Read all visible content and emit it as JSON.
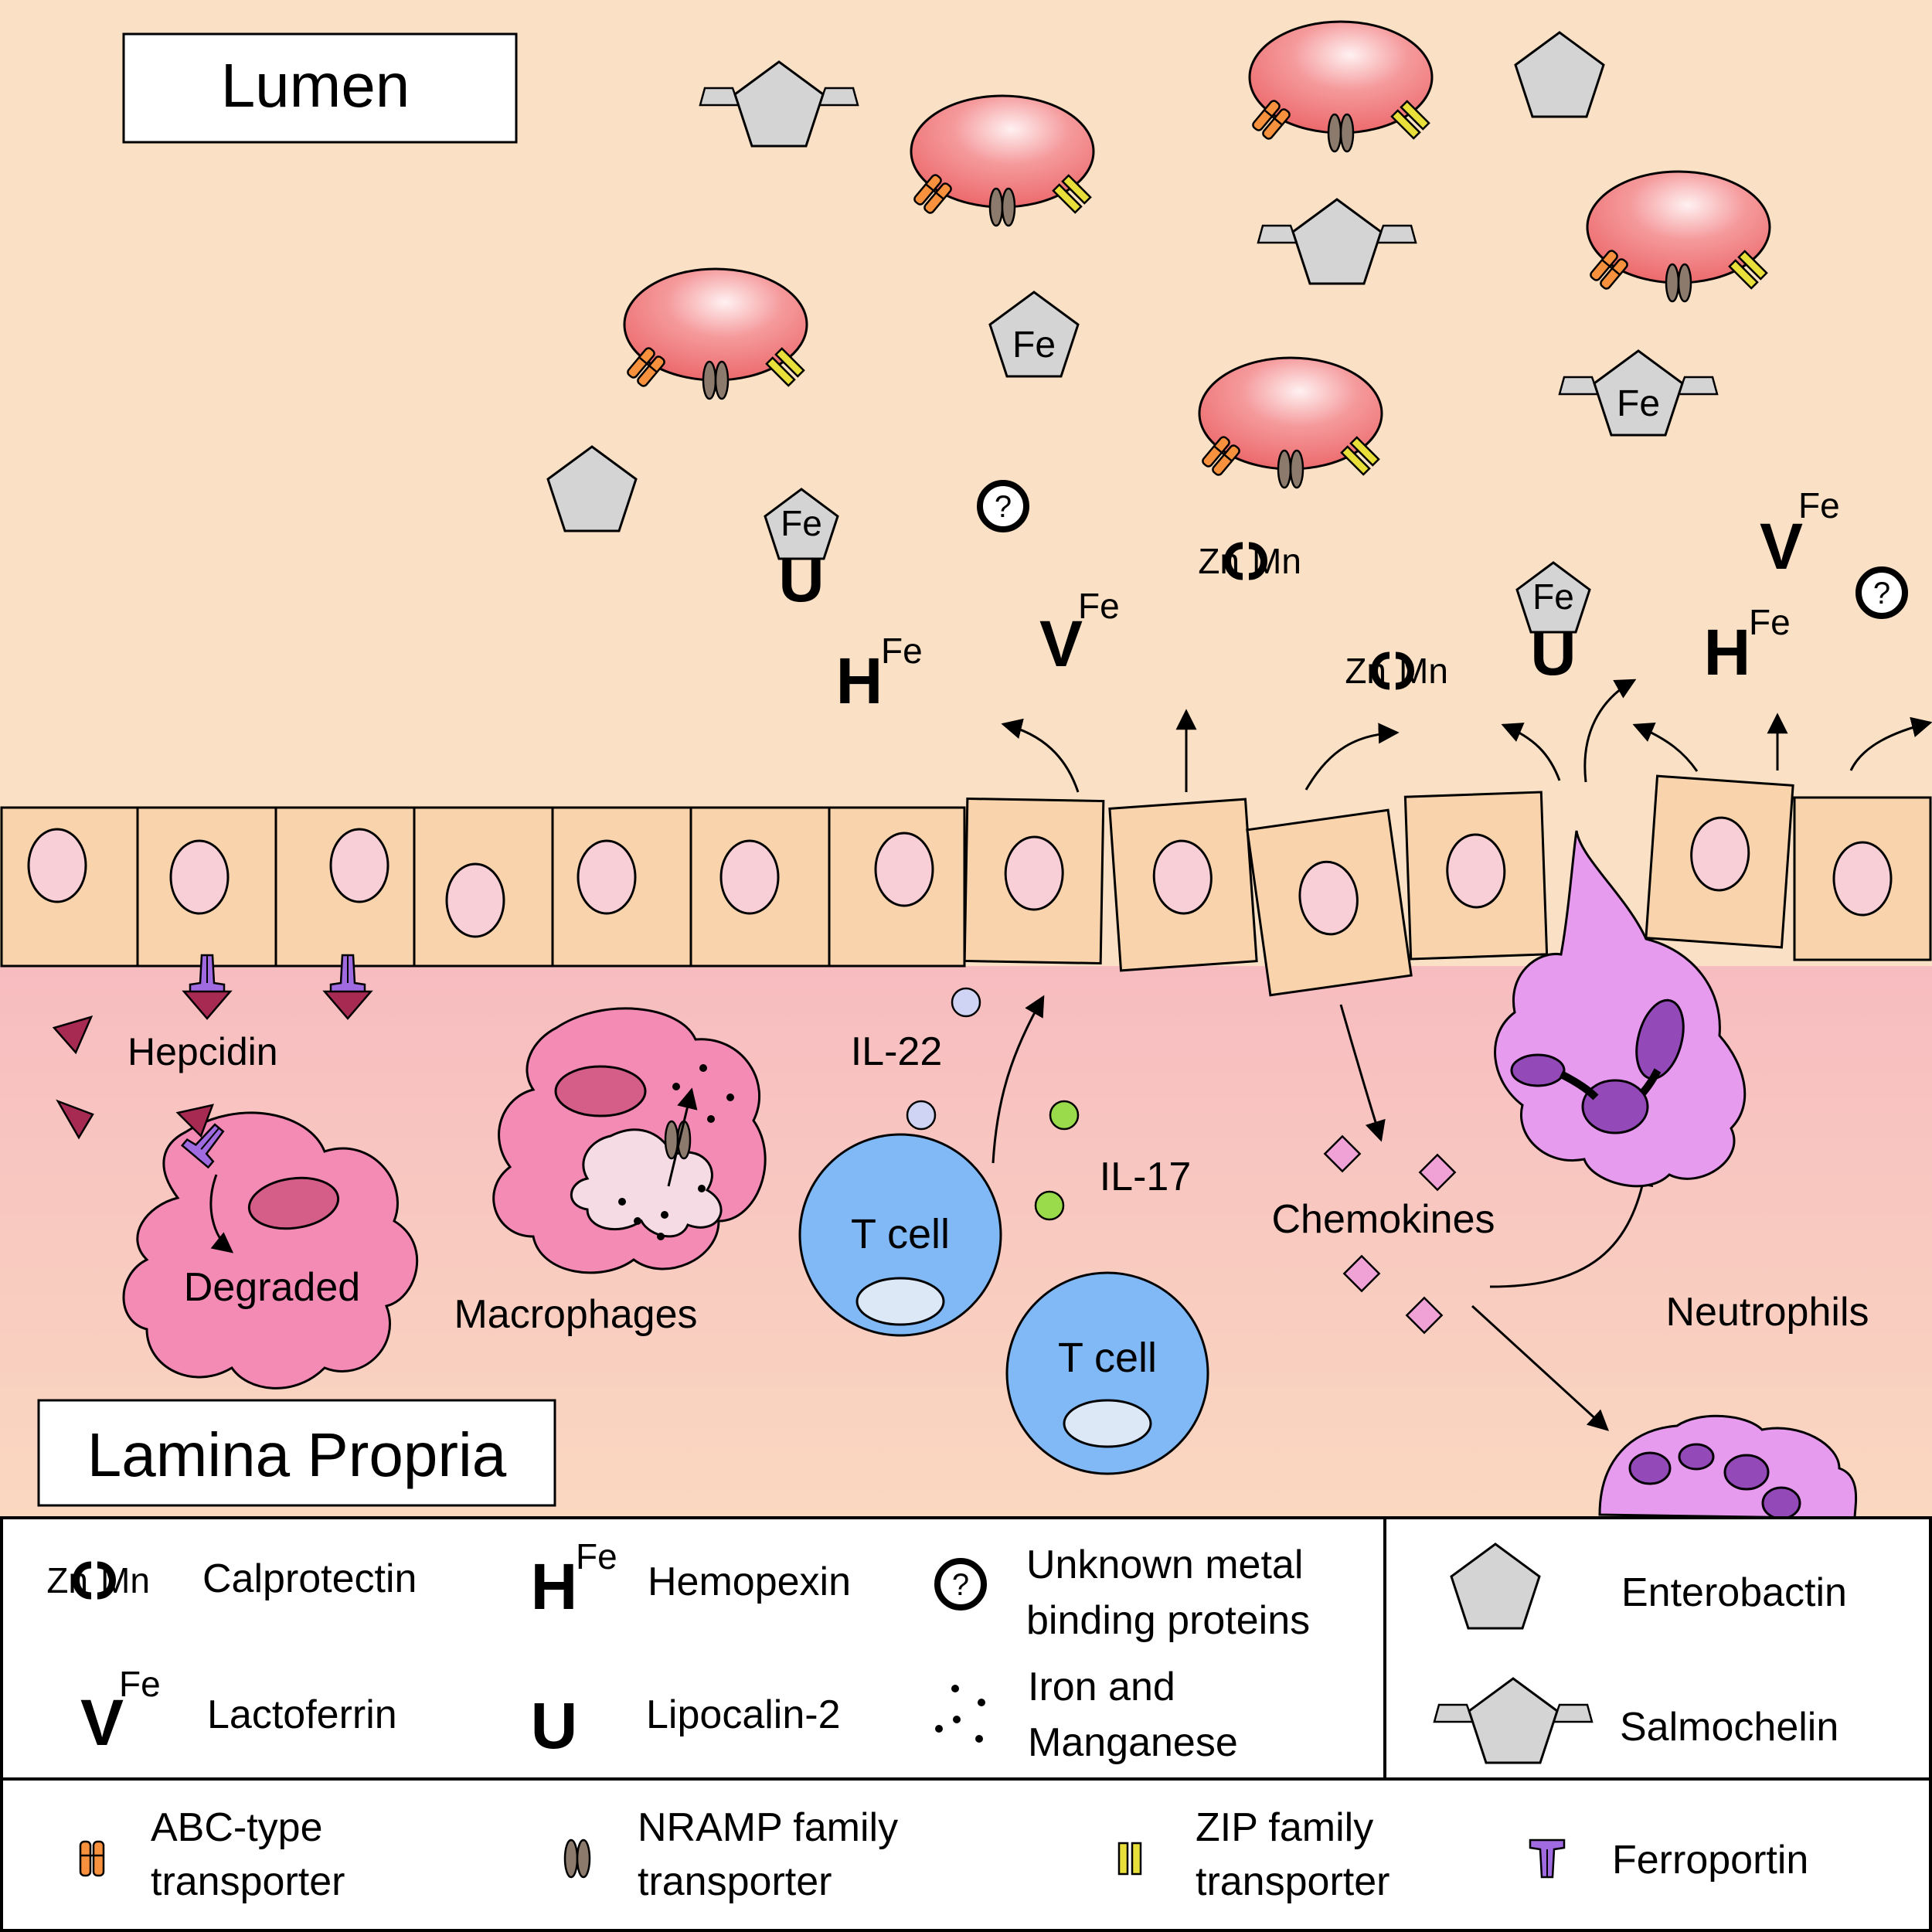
{
  "colors": {
    "lumen_bg": "#fae0c4",
    "lamina_pink": "#f7bcc0",
    "lamina_peach": "#f9d5bd",
    "epithelial_cell": "#f9d3ac",
    "nucleus": "#f8cfd6",
    "bacterium": "#ee6f72",
    "macrophage": "#f48bb5",
    "macrophage_nucleus": "#d45e88",
    "tcell": "#80b9f6",
    "neutrophil": "#e69bee",
    "neutrophil_nucleus": "#9349b8",
    "il22": "#cfd4f5",
    "il17": "#9adb4c",
    "chemokine": "#f0a2d6",
    "hepcidin": "#a72a52",
    "ferroportin": "#a06ae0",
    "abc": "#f7913d",
    "nramp": "#8c7b6c",
    "zip": "#e9df3b",
    "siderophore": "#d4d4d4"
  },
  "labels": {
    "lumen": "Lumen",
    "lamina_propria": "Lamina Propria",
    "hepcidin": "Hepcidin",
    "degraded": "Degraded",
    "macrophages": "Macrophages",
    "il22": "IL-22",
    "il17": "IL-17",
    "tcell": "T cell",
    "chemokines": "Chemokines",
    "neutrophils": "Neutrophils"
  },
  "symbols": {
    "fe": "Fe",
    "zn": "Zn",
    "mn": "Mn",
    "hemopexin_glyph": "H",
    "lactoferrin_glyph": "V",
    "lipocalin_glyph": "U",
    "unknown_glyph": "?"
  },
  "legend": {
    "calprotectin": "Calprotectin",
    "hemopexin": "Hemopexin",
    "unknown_line1": "Unknown metal",
    "unknown_line2": "binding proteins",
    "enterobactin": "Enterobactin",
    "lactoferrin": "Lactoferrin",
    "lipocalin": "Lipocalin-2",
    "iron_line1": "Iron and",
    "iron_line2": "Manganese",
    "salmochelin": "Salmochelin",
    "abc_line1": "ABC-type",
    "abc_line2": "transporter",
    "nramp_line1": "NRAMP family",
    "nramp_line2": "transporter",
    "zip_line1": "ZIP family",
    "zip_line2": "transporter",
    "ferroportin": "Ferroportin"
  },
  "icon_names": [
    "calprotectin-icon",
    "hemopexin-icon",
    "lactoferrin-icon",
    "lipocalin-icon",
    "unknown-protein-icon",
    "enterobactin-icon",
    "salmochelin-icon",
    "abc-transporter-icon",
    "nramp-transporter-icon",
    "zip-transporter-icon",
    "ferroportin-icon",
    "metal-dots-icon"
  ]
}
